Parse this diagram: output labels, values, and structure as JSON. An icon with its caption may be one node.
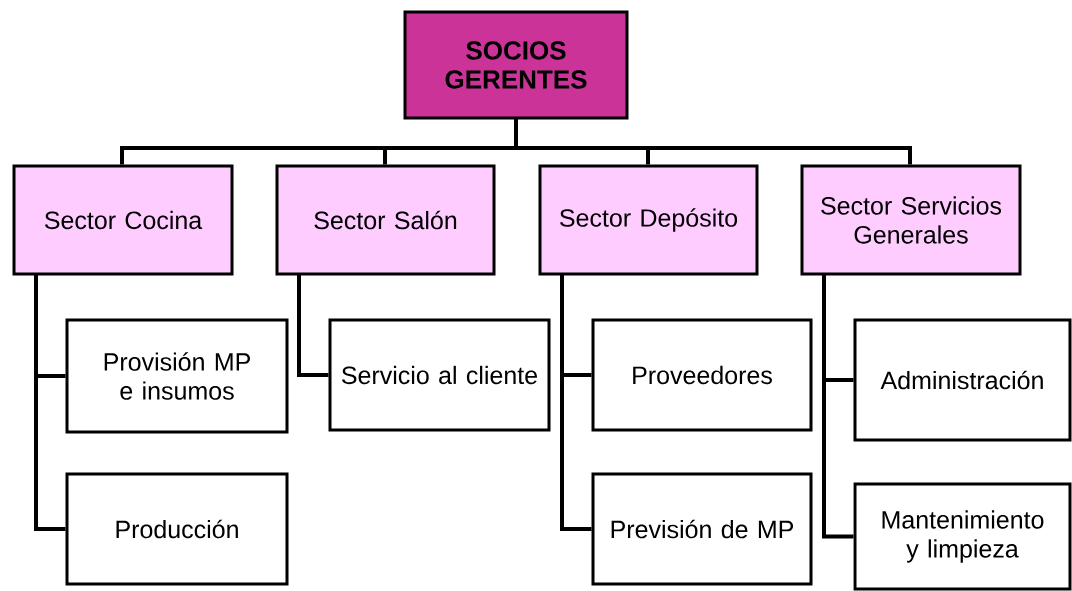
{
  "diagram": {
    "nodes": [
      {
        "text": [
          "SOCIOS GERENTES"
        ]
      },
      {
        "text": [
          "Sector Cocina"
        ]
      },
      {
        "text": [
          "Sector Salón"
        ]
      },
      {
        "text": [
          "Sector Depósito"
        ]
      },
      {
        "text": [
          "Sector Servicios Generales"
        ]
      },
      {
        "text": [
          "Provisión MP e insumos"
        ]
      },
      {
        "text": [
          "Producción"
        ]
      },
      {
        "text": [
          "Servicio al cliente"
        ]
      },
      {
        "text": [
          "Proveedores"
        ]
      },
      {
        "text": [
          "Previsión de MP"
        ]
      },
      {
        "text": [
          "Administración"
        ]
      },
      {
        "text": [
          "Mantenimiento y limpieza"
        ]
      }
    ],
    "edges": [
      {
        "from": 0,
        "to": 1,
        "arrow": "none"
      },
      {
        "from": 0,
        "to": 2,
        "arrow": "none"
      },
      {
        "from": 0,
        "to": 3,
        "arrow": "none"
      },
      {
        "from": 0,
        "to": 4,
        "arrow": "none"
      },
      {
        "from": 1,
        "to": 5,
        "arrow": "none"
      },
      {
        "from": 1,
        "to": 6,
        "arrow": "none"
      },
      {
        "from": 2,
        "to": 7,
        "arrow": "none"
      },
      {
        "from": 3,
        "to": 8,
        "arrow": "none"
      },
      {
        "from": 3,
        "to": 9,
        "arrow": "none"
      },
      {
        "from": 4,
        "to": 10,
        "arrow": "none"
      },
      {
        "from": 4,
        "to": 11,
        "arrow": "none"
      }
    ]
  }
}
